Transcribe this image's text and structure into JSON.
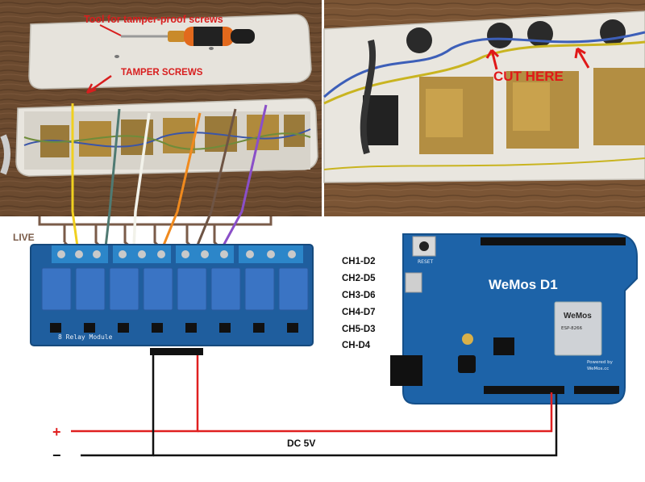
{
  "photo_left": {
    "tool_label": "Tool for tamper-proof screws",
    "screws_label": "TAMPER SCREWS"
  },
  "photo_right": {
    "cut_label": "CUT HERE"
  },
  "diagram": {
    "live_label": "LIVE",
    "relay_module_label": "8 Relay Module",
    "channel_map": [
      "CH1-D2",
      "CH2-D5",
      "CH3-D6",
      "CH4-D7",
      "CH5-D3",
      "CH-D4"
    ],
    "board_name": "WeMos D1",
    "board_brand": "WeMos",
    "board_reset_label": "RESET",
    "board_powered_by": "Powered by",
    "board_site": "WeMos.cc",
    "board_module_label": "ESP-8266",
    "plus_label": "+",
    "minus_label": "−",
    "supply_label": "DC 5V",
    "colors": {
      "live_wire": "#7a5b48",
      "dc_positive": "#e02020",
      "dc_negative": "#111111",
      "relay_board": "#1f5e9e",
      "wemos_board": "#1d63a8",
      "channel_wires": [
        "#f0d020",
        "#4f7a72",
        "#f2f2ea",
        "#f08a1e",
        "#6e5444",
        "#8a4fc8"
      ]
    }
  }
}
